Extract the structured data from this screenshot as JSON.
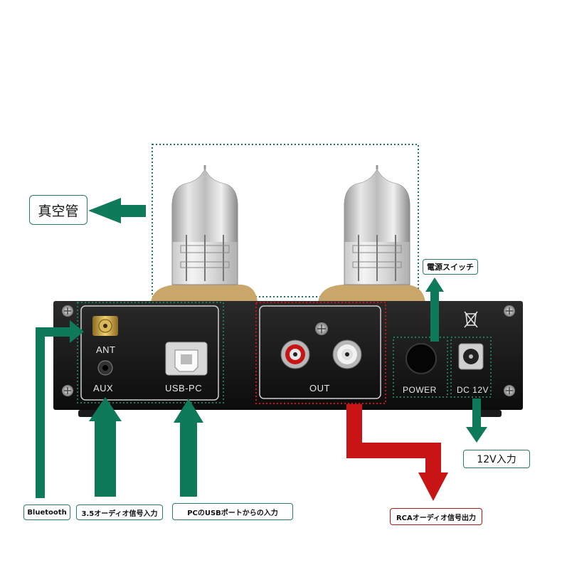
{
  "callouts": {
    "tubes": "真空管",
    "power_switch": "電源スイッチ",
    "power_input": "12V入力",
    "bluetooth": "Bluetooth",
    "aux_input": "3.5オーディオ信号入力",
    "usb_input": "PCのUSBポートからの入力",
    "rca_output": "RCAオーディオ信号出力"
  },
  "panel": {
    "ant": "ANT",
    "aux": "AUX",
    "usb_pc": "USB-PC",
    "out": "OUT",
    "power": "POWER",
    "dc": "DC 12V"
  },
  "colors": {
    "arrow_green": "#0f7a5a",
    "arrow_red": "#c81414",
    "chassis": "#141414",
    "tube_base": "#c9a66a"
  }
}
